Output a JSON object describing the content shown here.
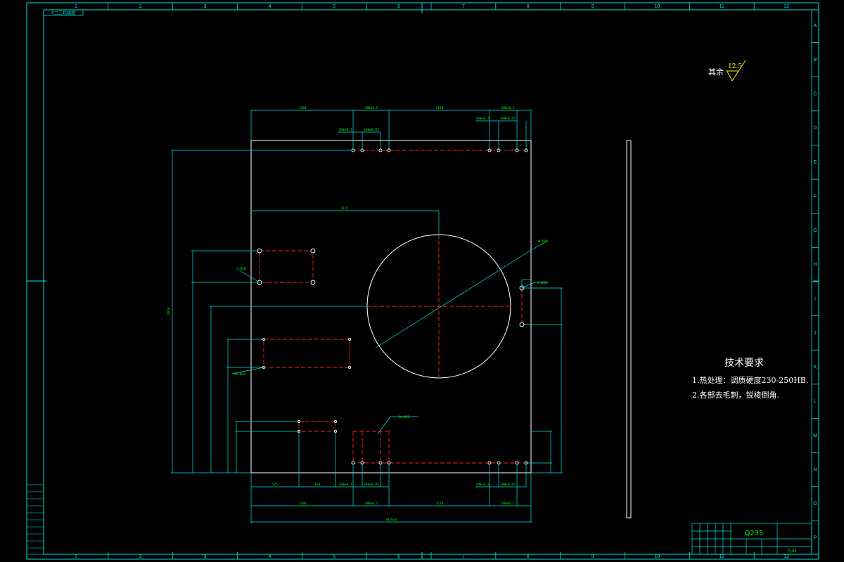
{
  "colors": {
    "background": "#000000",
    "frame": "#00e5e5",
    "outline": "#ffffff",
    "center_line": "#ff2020",
    "dimension": "#00ff00"
  },
  "sheet": {
    "top_zones": [
      "1",
      "2",
      "3",
      "4",
      "5",
      "6",
      "7",
      "8",
      "9",
      "10",
      "11",
      "12"
    ],
    "side_zones": [
      "A",
      "B",
      "C",
      "D",
      "E",
      "F",
      "G",
      "H",
      "I",
      "J",
      "K",
      "L",
      "M",
      "N",
      "O",
      "P"
    ],
    "corner_label": "©二三机械图"
  },
  "roughness": {
    "label": "其余",
    "value": "12.5"
  },
  "technical_requirements": {
    "title": "技术要求",
    "items": [
      "1.热处理：调质硬度230-250HB.",
      "2.各部去毛刺，锐棱倒角."
    ]
  },
  "title_block": {
    "material": "Q235",
    "drawing_no": "YJ-03"
  },
  "dimensions": {
    "top": [
      "1360",
      "480±0.5",
      "1174",
      "480±0.5"
    ],
    "top_small": [
      "100±0.1",
      "300±0.05",
      "100±0.1",
      "300±0.05"
    ],
    "bottom": [
      "1360",
      "480±0.5",
      "1174",
      "480±0.5"
    ],
    "bottom_small": [
      "100±0.1",
      "300±0.05",
      "100±0.1",
      "300±0.05"
    ],
    "overall_width": "3016±3",
    "center_x": "2115",
    "left_vertical": "2930",
    "holes_a": "4-Ø20",
    "holes_b": "16-Ø15",
    "holes_c": "2-Ø20",
    "holes_d": "14-Ø22",
    "circle": "Ø1580",
    "bottom_left": [
      "525",
      "450"
    ]
  }
}
